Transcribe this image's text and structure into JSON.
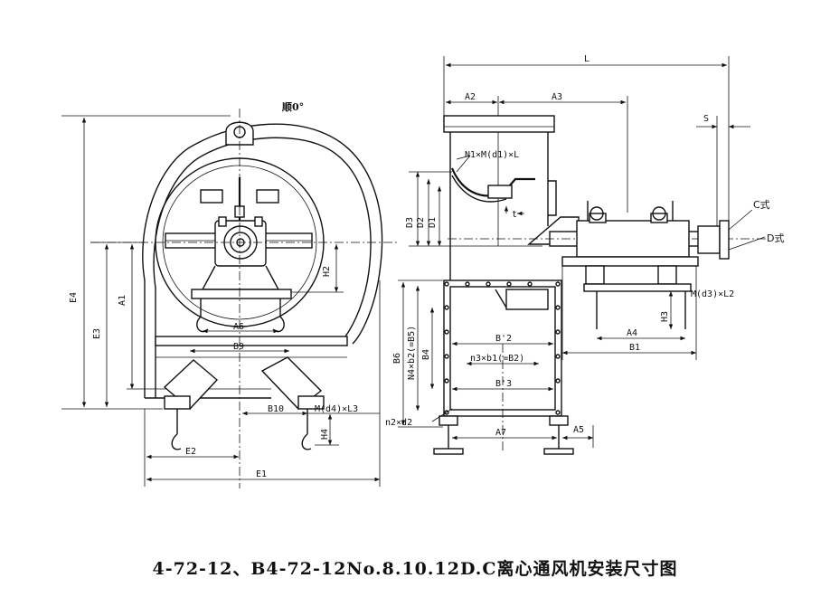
{
  "caption": "4-72-12、B4-72-12No.8.10.12D.C离心通风机安装尺寸图",
  "front_view": {
    "rotation_label": "顺0°",
    "dims": {
      "E4": "E4",
      "E3": "E3",
      "A1": "A1",
      "H2": "H2",
      "A6": "A6",
      "B9": "B9",
      "B10": "B10",
      "H4": "H4",
      "E2": "E2",
      "E1": "E1",
      "bolt": "M(d4)×L3"
    }
  },
  "side_view": {
    "dims": {
      "L": "L",
      "A2": "A2",
      "A3": "A3",
      "S": "S",
      "inlet_bolts": "N1×M(d1)×L",
      "D3": "D3",
      "D2": "D2",
      "D1": "D1",
      "t": "t",
      "C_type": "C式",
      "D_type": "D式",
      "base_bolt": "M(d3)×L2",
      "H3": "H3",
      "A4": "A4",
      "B1": "B1",
      "B6": "B6",
      "N4": "N4×b2(=B5)",
      "B4": "B4",
      "B2": "B'2",
      "n3": "n3×b1(=B2)",
      "B3": "B'3",
      "n2": "n2×d2",
      "A7": "A7",
      "A5": "A5"
    }
  }
}
